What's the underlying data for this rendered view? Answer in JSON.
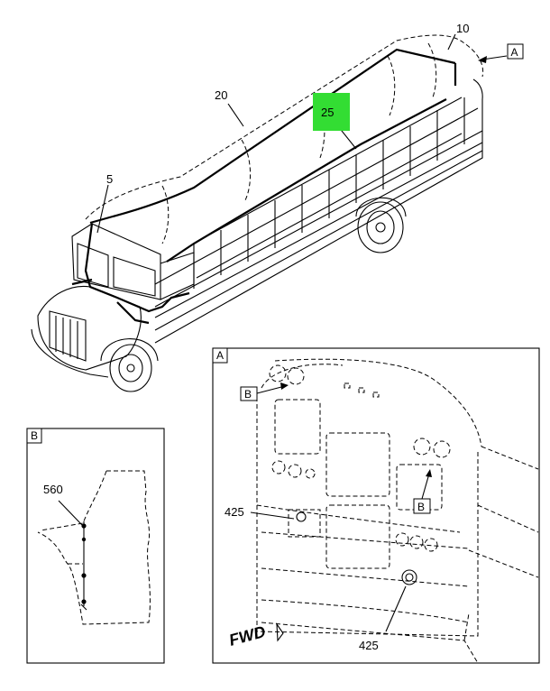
{
  "callouts": {
    "c10": "10",
    "c20": "20",
    "c25": "25",
    "c5": "5",
    "c560": "560",
    "c425a": "425",
    "c425b": "425"
  },
  "views": {
    "main_ref": "A",
    "detail_a": "A",
    "detail_b": "B",
    "ref_b1": "B",
    "ref_b2": "B"
  },
  "fwd_label": "FWD",
  "colors": {
    "highlight": "#33dd33",
    "line": "#000000"
  }
}
